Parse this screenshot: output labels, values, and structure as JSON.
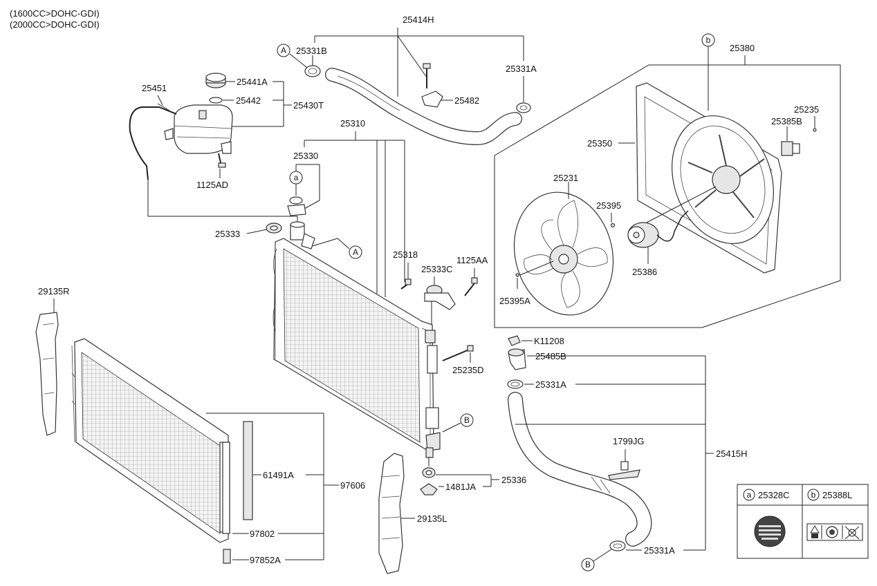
{
  "header": {
    "line1": "(1600CC>DOHC-GDI)",
    "line2": "(2000CC>DOHC-GDI)"
  },
  "labels": {
    "p25414H": "25414H",
    "p25331B": "25331B",
    "p25331A_top": "25331A",
    "p25482": "25482",
    "p25451": "25451",
    "p25441A": "25441A",
    "p25442": "25442",
    "p25430T": "25430T",
    "p1125AD": "1125AD",
    "p25310": "25310",
    "p25330": "25330",
    "p25333": "25333",
    "p25318": "25318",
    "p25333C": "25333C",
    "p1125AA": "1125AA",
    "p25235D": "25235D",
    "p25380": "25380",
    "p25235": "25235",
    "p25385B": "25385B",
    "p25350": "25350",
    "p25231": "25231",
    "p25395": "25395",
    "p25386": "25386",
    "p25395A": "25395A",
    "pK11208": "K11208",
    "p25485B": "25485B",
    "p25331A_mid": "25331A",
    "p1799JG": "1799JG",
    "p25415H": "25415H",
    "p25331A_bot": "25331A",
    "p25336": "25336",
    "p1481JA": "1481JA",
    "p29135R": "29135R",
    "p29135L": "29135L",
    "p61491A": "61491A",
    "p97606": "97606",
    "p97802": "97802",
    "p97852A": "97852A"
  },
  "refs": {
    "A": "A",
    "B": "B",
    "a": "a",
    "b": "b"
  },
  "legend": {
    "a_code": "25328C",
    "b_code": "25388L"
  }
}
